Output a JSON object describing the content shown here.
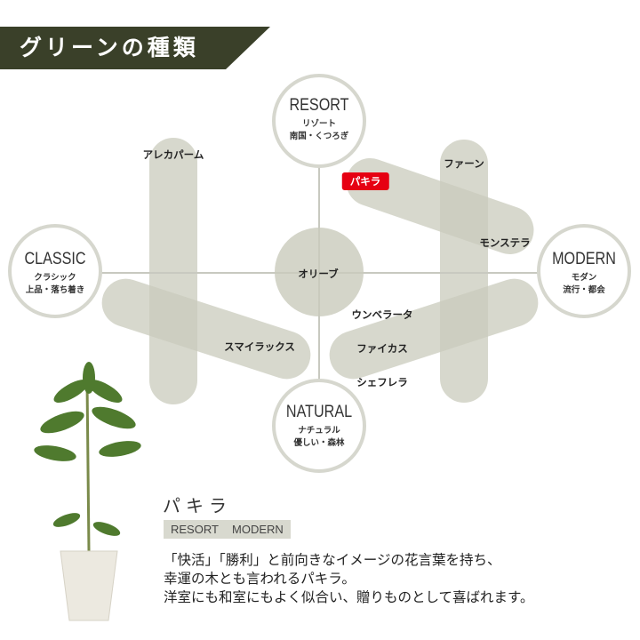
{
  "header": {
    "title": "グリーンの種類",
    "banner_color": "#3a4029"
  },
  "axes": {
    "top": {
      "en": "RESORT",
      "jp1": "リゾート",
      "jp2": "南国・くつろぎ"
    },
    "left": {
      "en": "CLASSIC",
      "jp1": "クラシック",
      "jp2": "上品・落ち着き"
    },
    "right": {
      "en": "MODERN",
      "jp1": "モダン",
      "jp2": "流行・都会"
    },
    "bottom": {
      "en": "NATURAL",
      "jp1": "ナチュラル",
      "jp2": "優しい・森林"
    }
  },
  "plants": {
    "areca": "アレカパーム",
    "fern": "ファーン",
    "pachira": "パキラ",
    "monstera": "モンステラ",
    "olive": "オリーブ",
    "umbellata": "ウンベラータ",
    "smilax": "スマイラックス",
    "ficus": "ファイカス",
    "schefflera": "シェフレラ"
  },
  "selected": {
    "name": "パキラ",
    "highlight_color": "#e60012",
    "tags": [
      "RESORT",
      "MODERN"
    ],
    "description": [
      "「快活」「勝利」と前向きなイメージの花言葉を持ち、",
      "幸運の木とも言われるパキラ。",
      "洋室にも和室にもよく似合い、贈りものとして喜ばれます。"
    ]
  }
}
